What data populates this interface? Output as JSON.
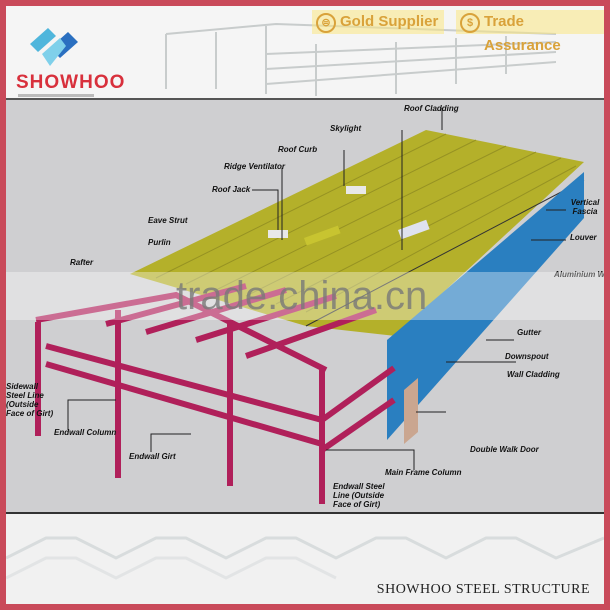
{
  "header": {
    "brand": "SHOWHOO",
    "badges": [
      {
        "label": "Gold Supplier",
        "icon": "gold-supplier-icon"
      },
      {
        "label": "Trade Assurance",
        "icon": "trade-assurance-icon"
      }
    ]
  },
  "watermark": "trade.china.cn",
  "labels": {
    "roof_cladding": "Roof Cladding",
    "skylight": "Skylight",
    "roof_curb": "Roof Curb",
    "ridge_ventilator": "Ridge Ventilator",
    "roof_jack": "Roof Jack",
    "eave_strut": "Eave Strut",
    "purlin": "Purlin",
    "rafter": "Rafter",
    "vertical_fascia": "Vertical Fascia",
    "louver": "Louver",
    "aluminium_window": "Aluminium Window",
    "gutter": "Gutter",
    "downspout": "Downspout",
    "wall_cladding": "Wall Cladding",
    "double_walk_door": "Double Walk Door",
    "main_frame_column": "Main Frame Column",
    "endwall_steel_line": "Endwall Steel Line (Outside Face of Girt)",
    "sidewall_steel_line": "Sidewall Steel Line (Outside Face of Girt)",
    "endwall_column": "Endwall Column",
    "endwall_girt": "Endwall Girt"
  },
  "footer": {
    "caption": "SHOWHOO STEEL STRUCTURE"
  },
  "colors": {
    "border": "#c94a5a",
    "roof": "#b4b02a",
    "wall": "#2a7fc0",
    "frame": "#b0205a",
    "brand": "#d8303c"
  }
}
